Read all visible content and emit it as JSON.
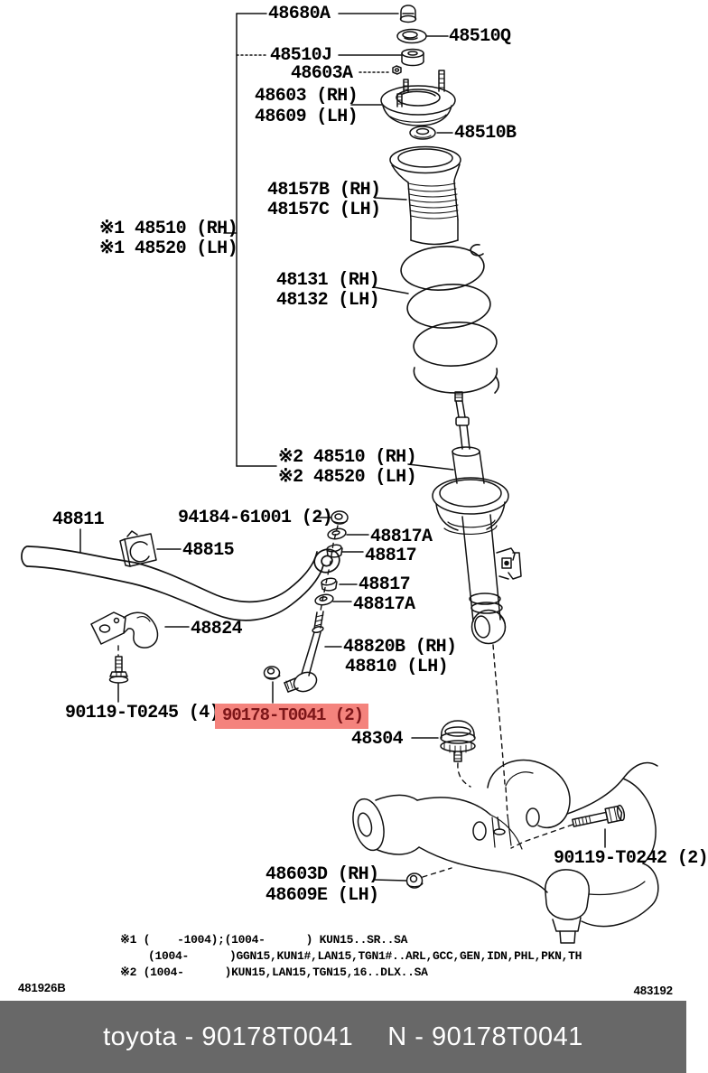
{
  "labels": [
    {
      "text": "48680A"
    },
    {
      "text": "48510Q"
    },
    {
      "text": "48510J"
    },
    {
      "text": "48603A"
    },
    {
      "text": "48603 (RH)"
    },
    {
      "text": "48609 (LH)"
    },
    {
      "text": "48510B"
    },
    {
      "text": "48157B (RH)"
    },
    {
      "text": "48157C (LH)"
    },
    {
      "text": "※1 48510 (RH)"
    },
    {
      "text": "※1 48520 (LH)"
    },
    {
      "text": "48131 (RH)"
    },
    {
      "text": "48132 (LH)"
    },
    {
      "text": "※2 48510 (RH)"
    },
    {
      "text": "※2 48520 (LH)"
    },
    {
      "text": "48811"
    },
    {
      "text": "94184-61001 (2)"
    },
    {
      "text": "48815"
    },
    {
      "text": "48817A"
    },
    {
      "text": "48817"
    },
    {
      "text": "48817"
    },
    {
      "text": "48817A"
    },
    {
      "text": "48824"
    },
    {
      "text": "48820B (RH)"
    },
    {
      "text": "48810 (LH)"
    },
    {
      "text": "90119-T0245 (4)"
    },
    {
      "text": "90178-T0041 (2)",
      "highlighted": true
    },
    {
      "text": "48304"
    },
    {
      "text": "90119-T0242 (2)"
    },
    {
      "text": "48603D (RH)"
    },
    {
      "text": "48609E (LH)"
    }
  ],
  "footnotes": {
    "line1": "※1 (    -1004);(1004-      ) KUN15..SR..SA",
    "line2": "(1004-      )GGN15,KUN1#,LAN15,TGN1#..ARL,GCC,GEN,IDN,PHL,PKN,TH",
    "line3": "※2 (1004-      )KUN15,LAN15,TGN15,16..DLX..SA"
  },
  "page_codes": {
    "bottom_left": "481926B",
    "bottom_right": "483192"
  },
  "footer": {
    "left": "toyota - 90178T0041",
    "right": "N - 90178T0041"
  },
  "colors": {
    "highlight_bg": "#f4837d",
    "highlight_text": "#7d1619",
    "footer_bg": "#686868",
    "footer_text": "#ffffff",
    "line": "#000000"
  },
  "diagram_parts": [
    "cap-nut-48680a",
    "washer-48510q",
    "bushing-48510j",
    "nut-48603a",
    "strut-support-48603",
    "washer-48510b",
    "dust-boot-48157",
    "coil-spring-48131",
    "shock-absorber-48510",
    "stabilizer-bar-48811",
    "stabilizer-bushing-48815",
    "nut-94184-61001",
    "cushion-washers-48817",
    "bracket-48824",
    "bolt-90119-t0245",
    "stabilizer-link-48820b",
    "nut-90178-t0041",
    "ball-joint-48304",
    "bolt-90119-t0242",
    "nut-48603d",
    "lower-control-arm"
  ]
}
